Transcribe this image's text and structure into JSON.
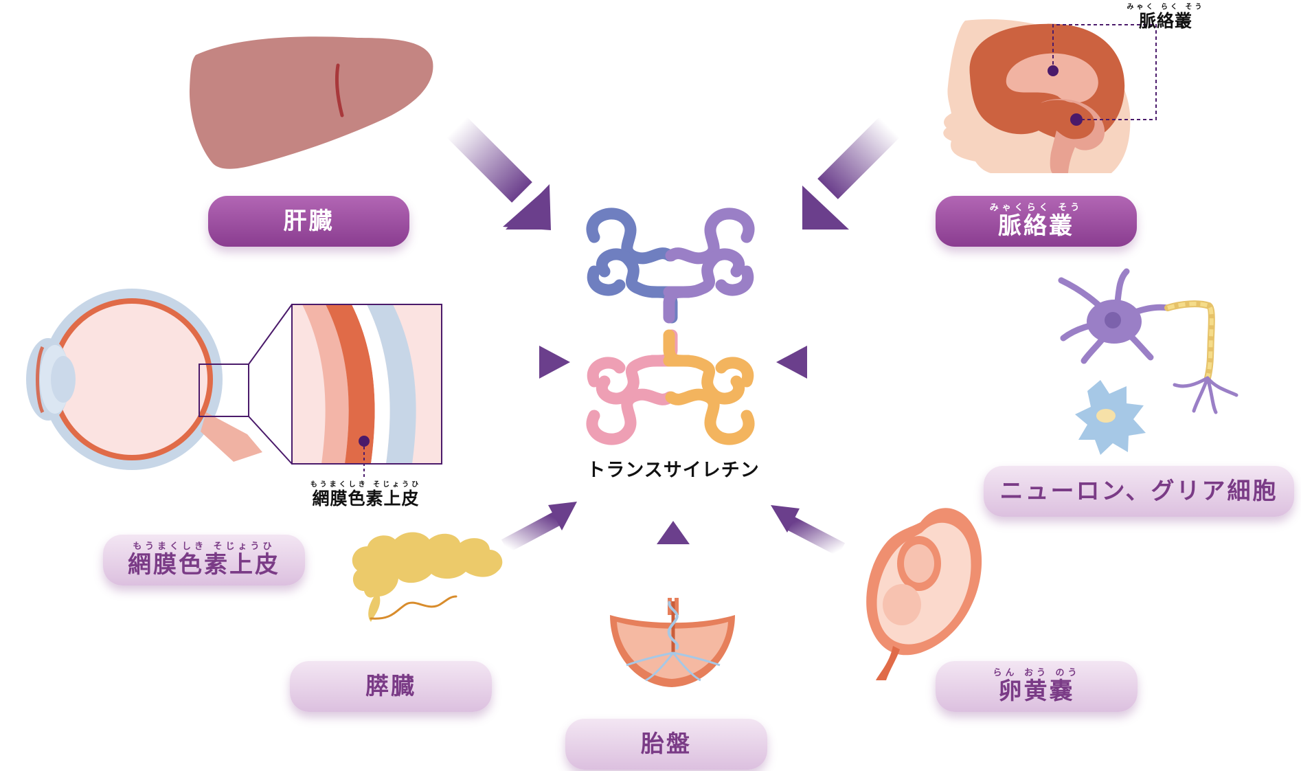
{
  "center": {
    "label": "トランスサイレチン"
  },
  "organs": {
    "liver": {
      "label": "肝臓",
      "ruby": ""
    },
    "choroid_plexus": {
      "label": "脈絡叢",
      "ruby": "みゃくらく そう"
    },
    "rpe": {
      "label": "網膜色素上皮",
      "ruby": "もうまくしき そじょうひ"
    },
    "neuron_glia": {
      "label": "ニューロン、グリア細胞",
      "ruby": ""
    },
    "pancreas": {
      "label": "膵臓",
      "ruby": ""
    },
    "placenta": {
      "label": "胎盤",
      "ruby": ""
    },
    "yolk_sac": {
      "label": "卵黄嚢",
      "ruby": "らん おう のう"
    }
  },
  "callouts": {
    "brain": {
      "label": "脈絡叢",
      "ruby": "みゃく らく そう"
    },
    "eye": {
      "label": "網膜色素上皮",
      "ruby": "もうまくしき そじょうひ"
    }
  },
  "colors": {
    "arrow": "#6b3f8c",
    "pill_dark": "#9a4fa0",
    "pill_light": "#e6d0e6",
    "protein_blue": "#6f7fc0",
    "protein_violet": "#9a7fc6",
    "protein_pink": "#ee9fb4",
    "protein_orange": "#f3b45e"
  }
}
